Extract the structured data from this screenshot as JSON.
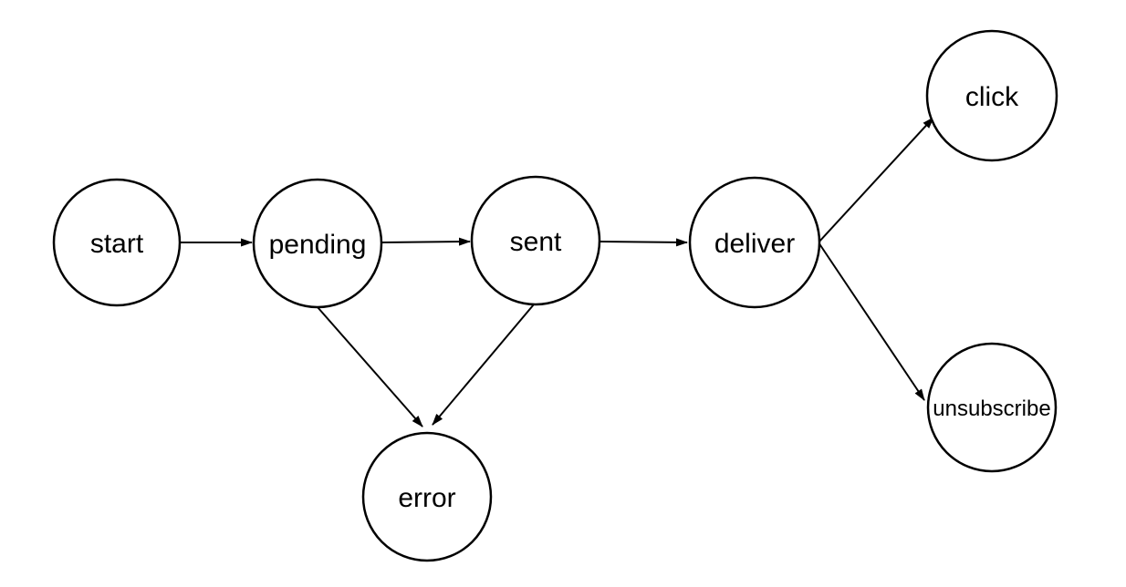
{
  "diagram": {
    "type": "state-flow-diagram",
    "background": "#FFFFFF",
    "default_stroke": "#000000",
    "error_color": "#E8432B",
    "nodes": [
      {
        "id": "start",
        "label": "start",
        "color": "#000000",
        "shape": "circle"
      },
      {
        "id": "pending",
        "label": "pending",
        "color": "#000000",
        "shape": "circle"
      },
      {
        "id": "sent",
        "label": "sent",
        "color": "#000000",
        "shape": "circle"
      },
      {
        "id": "deliver",
        "label": "deliver",
        "color": "#000000",
        "shape": "circle"
      },
      {
        "id": "click",
        "label": "click",
        "color": "#000000",
        "shape": "circle"
      },
      {
        "id": "unsubscribe",
        "label": "unsubscribe",
        "color": "#000000",
        "shape": "circle"
      },
      {
        "id": "error",
        "label": "error",
        "color": "#E8432B",
        "shape": "circle"
      }
    ],
    "edges": [
      {
        "from": "start",
        "to": "pending"
      },
      {
        "from": "pending",
        "to": "sent"
      },
      {
        "from": "sent",
        "to": "deliver"
      },
      {
        "from": "deliver",
        "to": "click"
      },
      {
        "from": "deliver",
        "to": "unsubscribe"
      },
      {
        "from": "pending",
        "to": "error"
      },
      {
        "from": "sent",
        "to": "error"
      }
    ]
  }
}
